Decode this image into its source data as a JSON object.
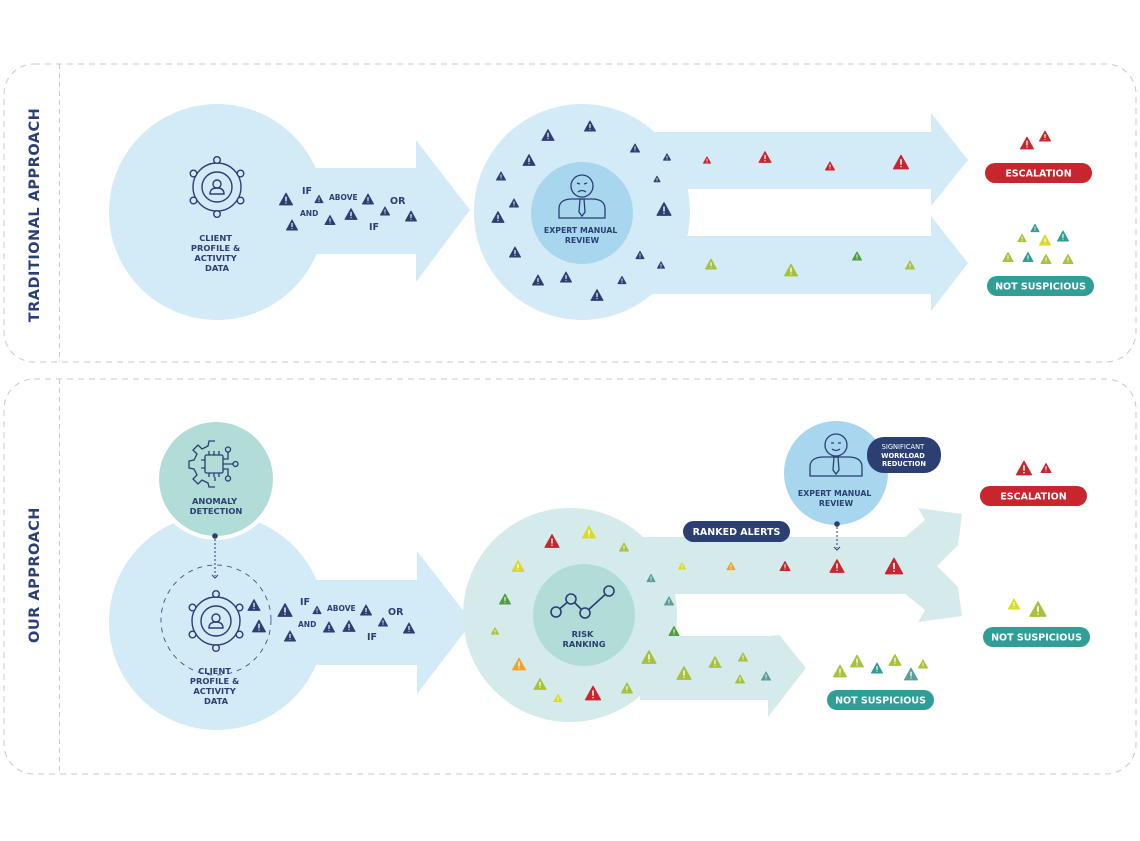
{
  "colors": {
    "navy": "#2b3f73",
    "light_blue": "#d3eaf7",
    "mid_blue": "#a8d6ef",
    "light_teal": "#d5ebeb",
    "mid_teal": "#b2dcd8",
    "red": "#c9252f",
    "teal": "#2f9e96",
    "lime": "#a6c23a",
    "yellow": "#d9d928",
    "green": "#4f9e3f",
    "orange": "#eba52a",
    "slate_teal": "#5a9d9a",
    "border": "#c3c9d4"
  },
  "traditional": {
    "section_title": "TRADITIONAL APPROACH",
    "source_label": [
      "CLIENT",
      "PROFILE &",
      "ACTIVITY",
      "DATA"
    ],
    "rule_words": [
      "IF",
      "ABOVE",
      "OR",
      "AND",
      "IF"
    ],
    "review_label": [
      "EXPERT MANUAL",
      "REVIEW"
    ],
    "escalation_label": "ESCALATION",
    "not_suspicious_label": "NOT SUSPICIOUS",
    "review_mood": "frowning"
  },
  "ours": {
    "section_title": "OUR APPROACH",
    "anomaly_label": [
      "ANOMALY",
      "DETECTION"
    ],
    "source_label": [
      "CLIENT",
      "PROFILE &",
      "ACTIVITY",
      "DATA"
    ],
    "rule_words": [
      "IF",
      "ABOVE",
      "OR",
      "AND",
      "IF"
    ],
    "ranking_label": [
      "RISK",
      "RANKING"
    ],
    "ranked_alerts_label": "RANKED ALERTS",
    "review_label": [
      "EXPERT MANUAL",
      "REVIEW"
    ],
    "review_mood": "smiling",
    "workload_badge": [
      "SIGNIFICANT",
      "WORKLOAD",
      "REDUCTION"
    ],
    "escalation_label": "ESCALATION",
    "not_suspicious_label_upper": "NOT SUSPICIOUS",
    "not_suspicious_label_lower": "NOT SUSPICIOUS"
  }
}
